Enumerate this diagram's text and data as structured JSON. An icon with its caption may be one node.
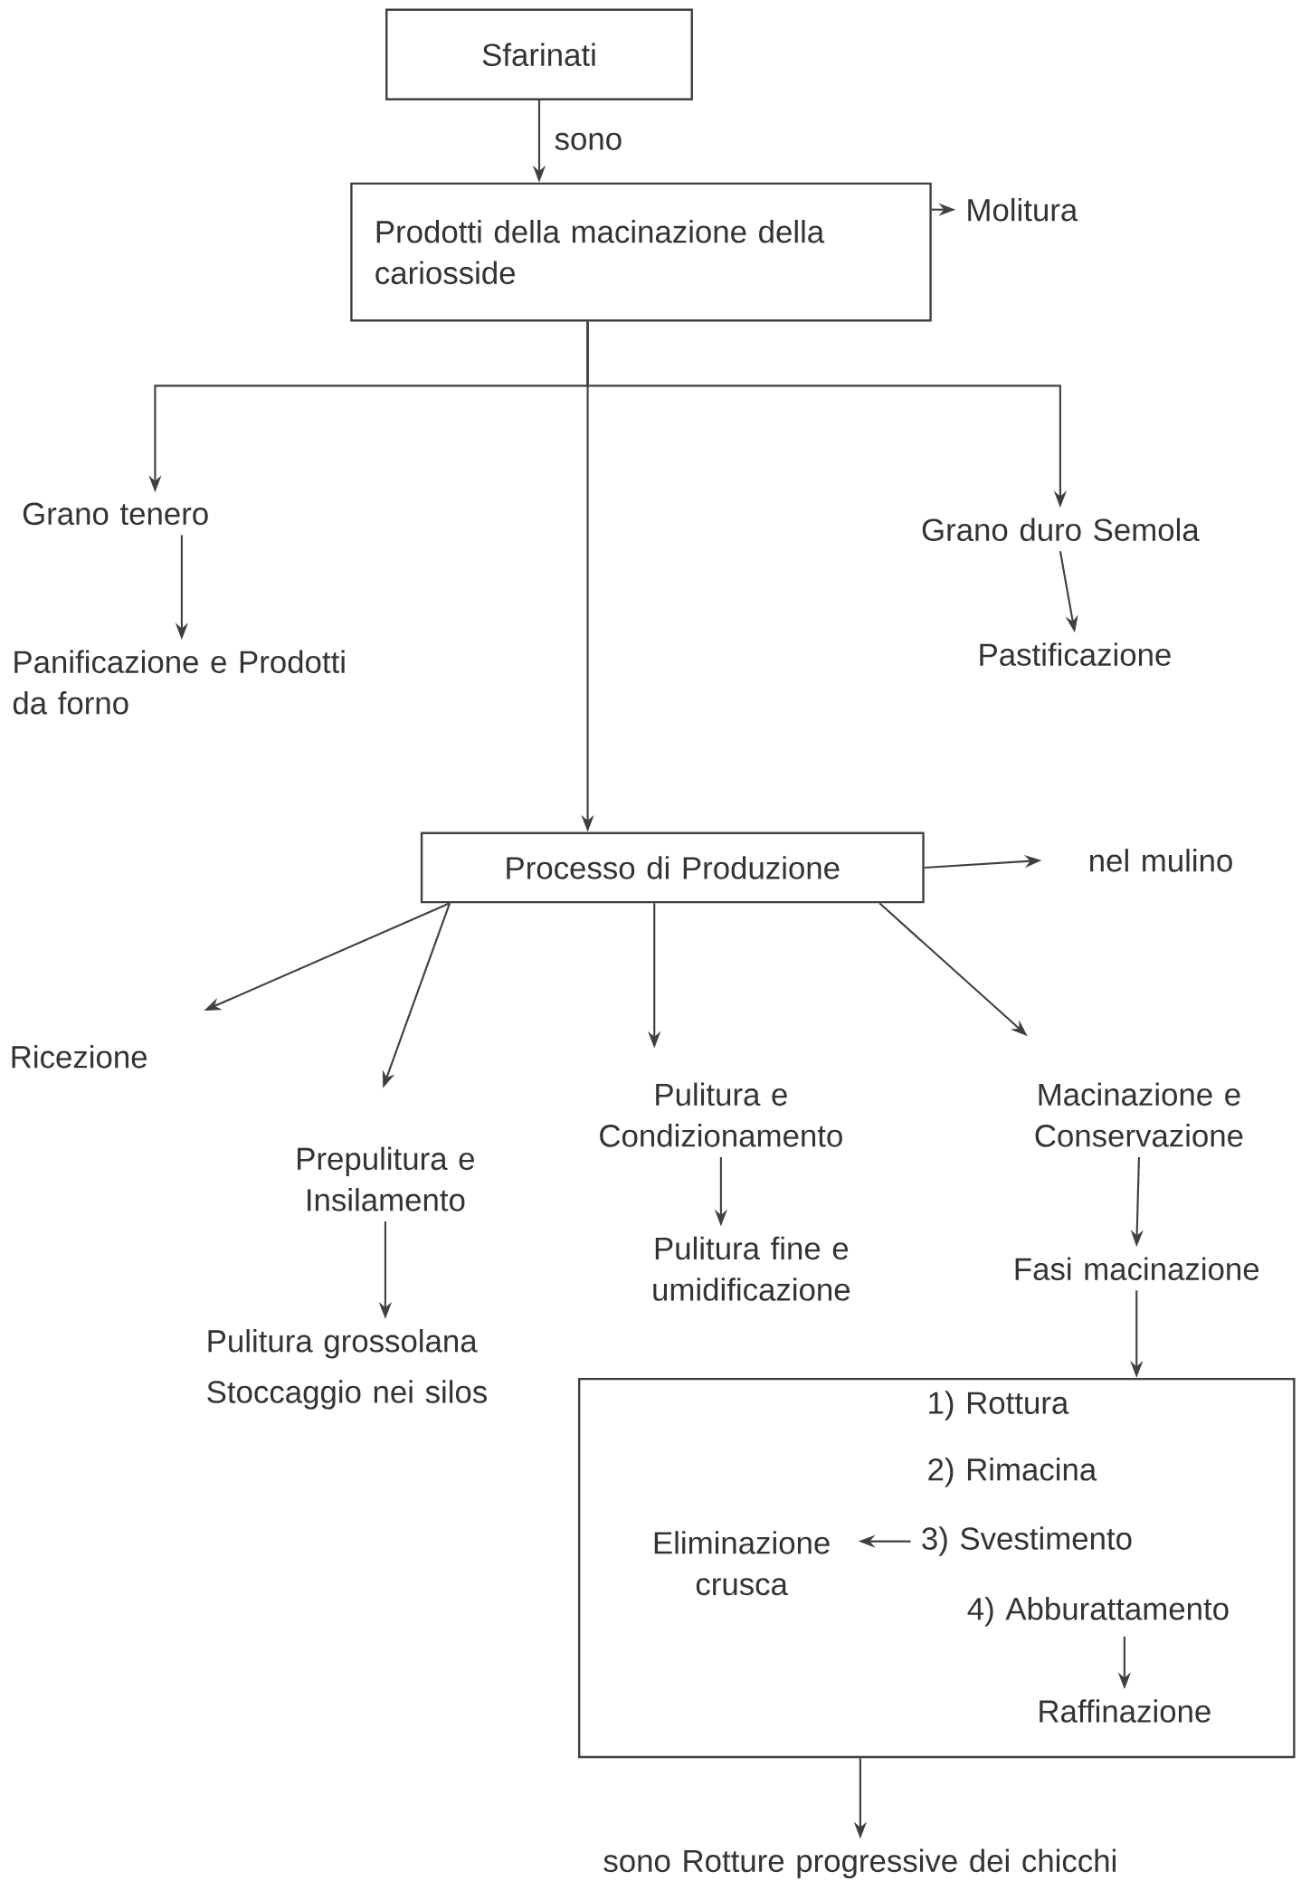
{
  "diagram": {
    "nodes": [
      {
        "text": [
          "Sfarinati"
        ]
      },
      {
        "text": [
          "Prodotti della macinazione della cariosside"
        ]
      },
      {
        "text": [
          "Molitura"
        ]
      },
      {
        "text": [
          "Grano tenero"
        ]
      },
      {
        "text": [
          "Panificazione e Prodotti da forno"
        ]
      },
      {
        "text": [
          "Grano duro Semola"
        ]
      },
      {
        "text": [
          "Pastificazione"
        ]
      },
      {
        "text": [
          "Processo di Produzione"
        ]
      },
      {
        "text": [
          "nel mulino"
        ]
      },
      {
        "text": [
          "Ricezione"
        ]
      },
      {
        "text": [
          "Prepulitura e Insilamento"
        ]
      },
      {
        "text": [
          "Pulitura grossolana",
          "Stoccaggio nei silos"
        ]
      },
      {
        "text": [
          "Pulitura e Condizionamento"
        ]
      },
      {
        "text": [
          "Pulitura fine e umidificazione"
        ]
      },
      {
        "text": [
          "Macinazione e Conservazione"
        ]
      },
      {
        "text": [
          "Fasi macinazione"
        ]
      },
      {
        "text": [],
        "shape": "box"
      },
      {
        "text": [
          "1) Rottura"
        ],
        "in": 16
      },
      {
        "text": [
          "2) Rimacina"
        ],
        "in": 16
      },
      {
        "text": [
          "3) Svestimento"
        ],
        "in": 16
      },
      {
        "text": [
          "4) Abburattamento"
        ],
        "in": 16
      },
      {
        "text": [
          "Raffinazione"
        ],
        "in": 16
      },
      {
        "text": [
          "Eliminazione crusca"
        ],
        "in": 16
      },
      {
        "text": [
          "sono Rotture progressive dei chicchi"
        ]
      }
    ],
    "edges": [
      {
        "from": 0,
        "to": 1,
        "arrow": "to",
        "label": "sono"
      },
      {
        "from": 1,
        "to": 2,
        "arrow": "to"
      },
      {
        "from": 1,
        "to": 3,
        "arrow": "to"
      },
      {
        "from": 1,
        "to": 5,
        "arrow": "to"
      },
      {
        "from": 1,
        "to": 7,
        "arrow": "to"
      },
      {
        "from": 3,
        "to": 4,
        "arrow": "to"
      },
      {
        "from": 5,
        "to": 6,
        "arrow": "to"
      },
      {
        "from": 7,
        "to": 8,
        "arrow": "to"
      },
      {
        "from": 7,
        "to": 9,
        "arrow": "to"
      },
      {
        "from": 7,
        "to": 10,
        "arrow": "to"
      },
      {
        "from": 7,
        "to": 12,
        "arrow": "to"
      },
      {
        "from": 7,
        "to": 14,
        "arrow": "to"
      },
      {
        "from": 10,
        "to": 11,
        "arrow": "to"
      },
      {
        "from": 12,
        "to": 13,
        "arrow": "to"
      },
      {
        "from": 14,
        "to": 15,
        "arrow": "to"
      },
      {
        "from": 15,
        "to": 16,
        "arrow": "to"
      },
      {
        "from": 19,
        "to": 22,
        "arrow": "to"
      },
      {
        "from": 20,
        "to": 21,
        "arrow": "to"
      },
      {
        "from": 16,
        "to": 23,
        "arrow": "to"
      }
    ]
  }
}
